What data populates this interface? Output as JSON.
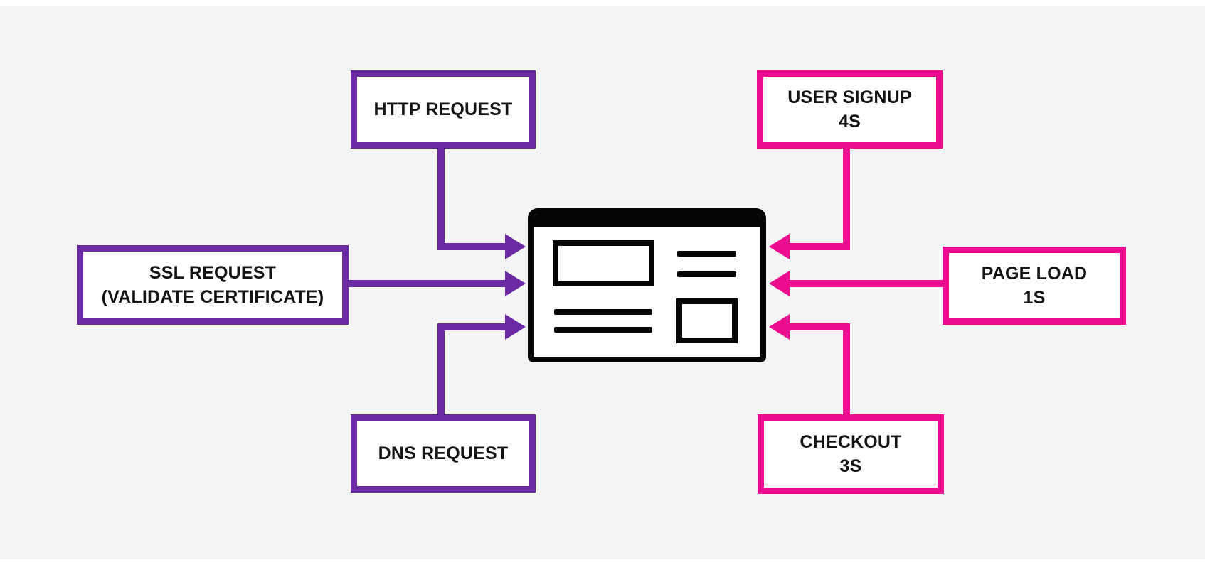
{
  "diagram": {
    "type": "hub-and-spoke",
    "center_icon": "browser-window-icon",
    "colors": {
      "purple": "#6B2AA3",
      "pink": "#ED0C90",
      "background": "#F5F5F6",
      "box_fill": "#FFFFFF",
      "text": "#141414",
      "icon_black": "#050505"
    },
    "nodes": [
      {
        "id": "http-request",
        "side": "left",
        "color": "purple",
        "lines": [
          "HTTP REQUEST"
        ]
      },
      {
        "id": "ssl-request",
        "side": "left",
        "color": "purple",
        "lines": [
          "SSL REQUEST",
          "(VALIDATE CERTIFICATE)"
        ]
      },
      {
        "id": "dns-request",
        "side": "left",
        "color": "purple",
        "lines": [
          "DNS REQUEST"
        ]
      },
      {
        "id": "user-signup",
        "side": "right",
        "color": "pink",
        "lines": [
          "USER SIGNUP",
          "4S"
        ]
      },
      {
        "id": "page-load",
        "side": "right",
        "color": "pink",
        "lines": [
          "PAGE LOAD",
          "1S"
        ]
      },
      {
        "id": "checkout",
        "side": "right",
        "color": "pink",
        "lines": [
          "CHECKOUT",
          "3S"
        ]
      }
    ],
    "edges": [
      {
        "from": "http-request",
        "to": "browser",
        "shape": "elbow-down-right"
      },
      {
        "from": "ssl-request",
        "to": "browser",
        "shape": "straight-right"
      },
      {
        "from": "dns-request",
        "to": "browser",
        "shape": "elbow-up-right"
      },
      {
        "from": "user-signup",
        "to": "browser",
        "shape": "elbow-down-left"
      },
      {
        "from": "page-load",
        "to": "browser",
        "shape": "straight-left"
      },
      {
        "from": "checkout",
        "to": "browser",
        "shape": "elbow-up-left"
      }
    ]
  }
}
